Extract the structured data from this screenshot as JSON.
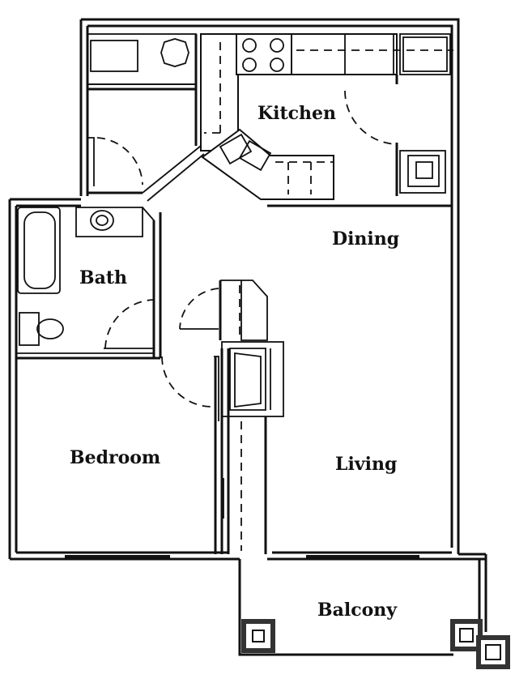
{
  "rooms": {
    "kitchen": "Kitchen",
    "dining": "Dining",
    "bath": "Bath",
    "bedroom": "Bedroom",
    "living": "Living",
    "balcony": "Balcony"
  },
  "colors": {
    "ink": "#111111",
    "paper": "#ffffff"
  }
}
